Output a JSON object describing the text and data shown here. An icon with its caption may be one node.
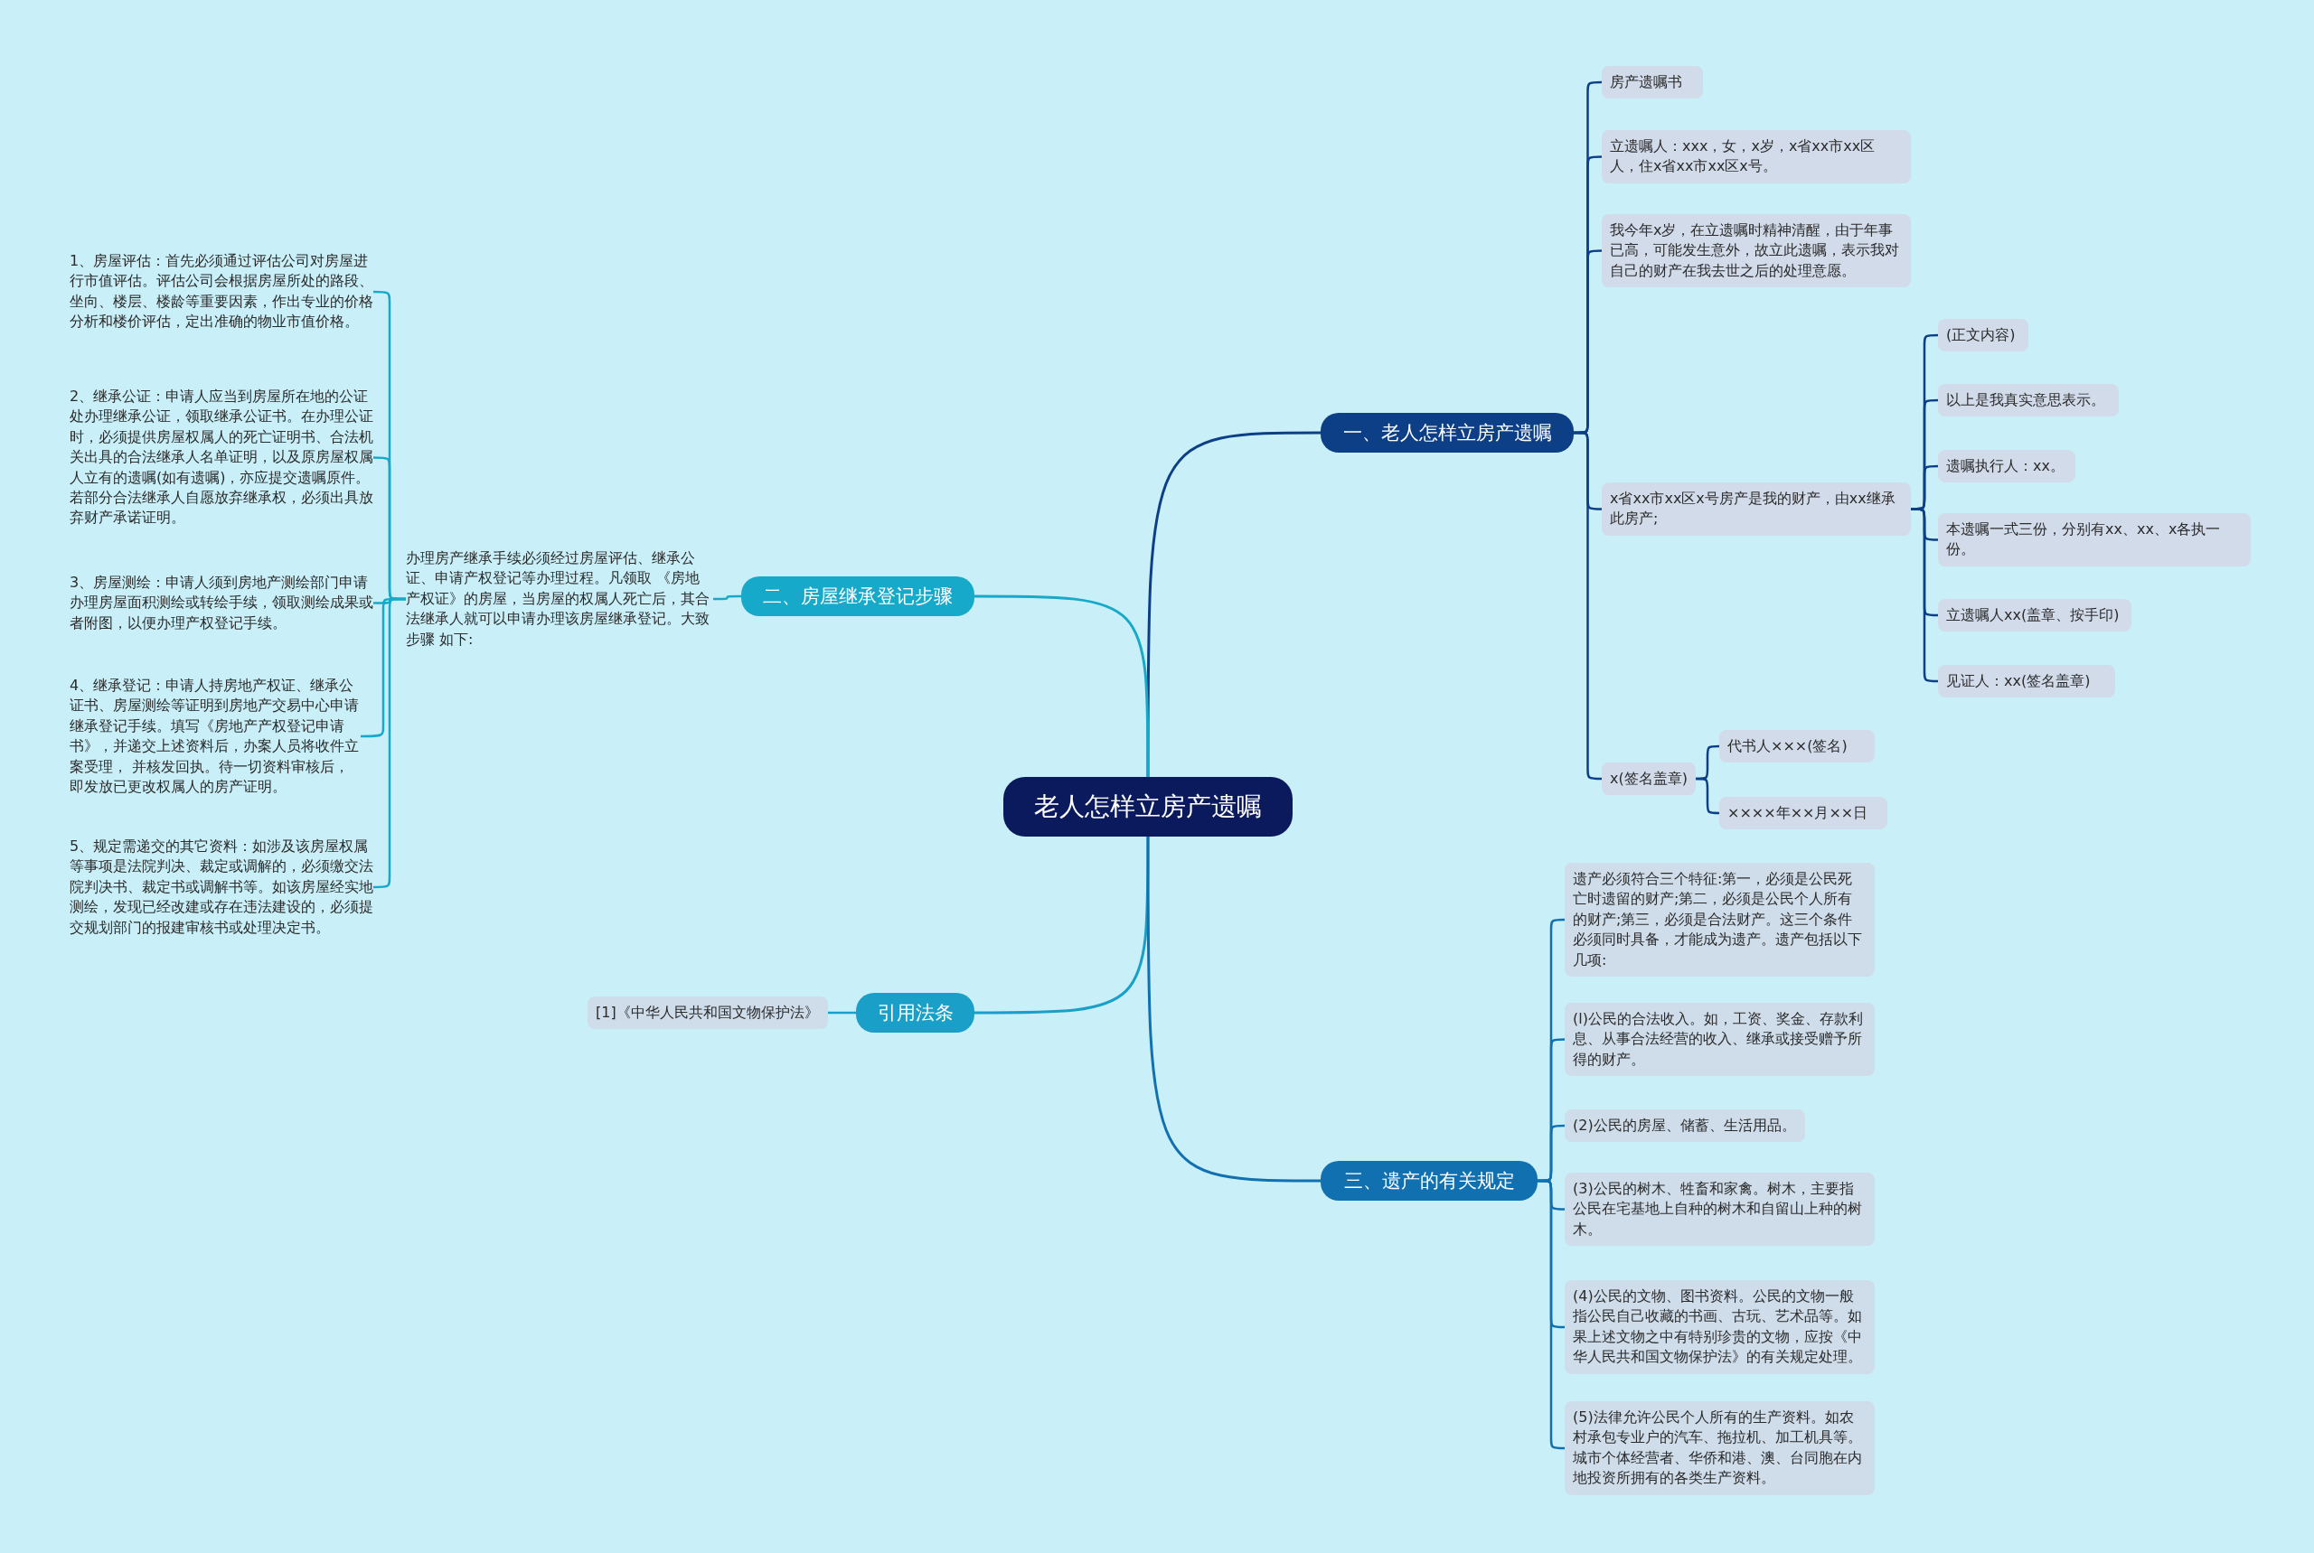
{
  "diagram": {
    "nodes": [
      {
        "text": [
          "老人怎样立房产遗嘱"
        ]
      },
      {
        "text": [
          "一、老人怎样立房产遗嘱"
        ]
      },
      {
        "text": [
          "房产遗嘱书"
        ]
      },
      {
        "text": [
          "立遗嘱人：xxx，女，x岁，x省xx市xx区人，住x省xx市xx区x号。"
        ]
      },
      {
        "text": [
          "我今年x岁，在立遗嘱时精神清醒，由于年事已高，可能发生意外，故立此遗嘱，表示我对自己的财产在我去世之后的处理意愿。"
        ]
      },
      {
        "text": [
          "x省xx市xx区x号房产是我的财产，由xx继承此房产;"
        ]
      },
      {
        "text": [
          "(正文内容)"
        ]
      },
      {
        "text": [
          "以上是我真实意思表示。"
        ]
      },
      {
        "text": [
          "遗嘱执行人：xx。"
        ]
      },
      {
        "text": [
          "本遗嘱一式三份，分别有xx、xx、x各执一份。"
        ]
      },
      {
        "text": [
          "立遗嘱人xx(盖章、按手印)"
        ]
      },
      {
        "text": [
          "见证人：xx(签名盖章)"
        ]
      },
      {
        "text": [
          "x(签名盖章)"
        ]
      },
      {
        "text": [
          "代书人×××(签名)"
        ]
      },
      {
        "text": [
          "××××年××月××日"
        ]
      },
      {
        "text": [
          "二、房屋继承登记步骤"
        ]
      },
      {
        "text": [
          "办理房产继承手续必须经过房屋评估、继承公证、申请产权登记等办理过程。凡领取 《房地产权证》的房屋，当房屋的权属人死亡后，其合法继承人就可以申请办理该房屋继承登记。大致步骤 如下:"
        ]
      },
      {
        "text": [
          "1、房屋评估：首先必须通过评估公司对房屋进行市值评估。评估公司会根据房屋所处的路段、坐向、楼层、楼龄等重要因素，作出专业的价格分析和楼价评估，定出准确的物业市值价格。"
        ]
      },
      {
        "text": [
          "2、继承公证：申请人应当到房屋所在地的公证处办理继承公证，领取继承公证书。在办理公证时，必须提供房屋权属人的死亡证明书、合法机关出具的合法继承人名单证明，以及原房屋权属人立有的遗嘱(如有遗嘱)，亦应提交遗嘱原件。若部分合法继承人自愿放弃继承权，必须出具放弃财产承诺证明。"
        ]
      },
      {
        "text": [
          "3、房屋测绘：申请人须到房地产测绘部门申请办理房屋面积测绘或转绘手续，领取测绘成果或者附图，以便办理产权登记手续。"
        ]
      },
      {
        "text": [
          "4、继承登记：申请人持房地产权证、继承公证书、房屋测绘等证明到房地产交易中心申请继承登记手续。填写《房地产产权登记申请书》，并递交上述资料后，办案人员将收件立案受理， 并核发回执。待一切资料审核后，即发放已更改权属人的房产证明。"
        ]
      },
      {
        "text": [
          "5、规定需递交的其它资料：如涉及该房屋权属等事项是法院判决、裁定或调解的，必须缴交法院判决书、裁定书或调解书等。如该房屋经实地测绘，发现已经改建或存在违法建设的，必须提交规划部门的报建审核书或处理决定书。"
        ]
      },
      {
        "text": [
          "引用法条"
        ]
      },
      {
        "text": [
          "[1]《中华人民共和国文物保护法》"
        ]
      },
      {
        "text": [
          "三、遗产的有关规定"
        ]
      },
      {
        "text": [
          "遗产必须符合三个特征:第一，必须是公民死亡时遗留的财产;第二，必须是公民个人所有的财产;第三，必须是合法财产。这三个条件必须同时具备，才能成为遗产。遗产包括以下几项:"
        ]
      },
      {
        "text": [
          "(l)公民的合法收入。如，工资、奖金、存款利息、从事合法经营的收入、继承或接受赠予所得的财产。"
        ]
      },
      {
        "text": [
          "(2)公民的房屋、储蓄、生活用品。"
        ]
      },
      {
        "text": [
          "(3)公民的树木、牲畜和家禽。树木，主要指公民在宅基地上自种的树木和自留山上种的树木。"
        ]
      },
      {
        "text": [
          "(4)公民的文物、图书资料。公民的文物一般指公民自己收藏的书画、古玩、艺术品等。如果上述文物之中有特别珍贵的文物，应按《中华人民共和国文物保护法》的有关规定处理。"
        ]
      },
      {
        "text": [
          "(5)法律允许公民个人所有的生产资料。如农村承包专业户的汽车、拖拉机、加工机具等。城市个体经营者、华侨和港、澳、台同胞在内地投资所拥有的各类生产资料。"
        ]
      }
    ],
    "edges": [
      {
        "from": 0,
        "to": 1,
        "arrow": "none"
      },
      {
        "from": 0,
        "to": 15,
        "arrow": "none",
        "color": "#17a9c9"
      },
      {
        "from": 0,
        "to": 22,
        "arrow": "none",
        "color": "#1a9fc8"
      },
      {
        "from": 0,
        "to": 24,
        "arrow": "none",
        "color": "#1170b0"
      },
      {
        "from": 1,
        "to": 2,
        "arrow": "none"
      },
      {
        "from": 1,
        "to": 3,
        "arrow": "none"
      },
      {
        "from": 1,
        "to": 4,
        "arrow": "none"
      },
      {
        "from": 1,
        "to": 5,
        "arrow": "none"
      },
      {
        "from": 1,
        "to": 12,
        "arrow": "none"
      },
      {
        "from": 5,
        "to": 6,
        "arrow": "none"
      },
      {
        "from": 5,
        "to": 7,
        "arrow": "none"
      },
      {
        "from": 5,
        "to": 8,
        "arrow": "none"
      },
      {
        "from": 5,
        "to": 9,
        "arrow": "none"
      },
      {
        "from": 5,
        "to": 10,
        "arrow": "none"
      },
      {
        "from": 5,
        "to": 11,
        "arrow": "none"
      },
      {
        "from": 12,
        "to": 13,
        "arrow": "none"
      },
      {
        "from": 12,
        "to": 14,
        "arrow": "none"
      },
      {
        "from": 15,
        "to": 16,
        "arrow": "none",
        "color": "#17a9c9"
      },
      {
        "from": 16,
        "to": 17,
        "arrow": "none",
        "color": "#17a9c9"
      },
      {
        "from": 16,
        "to": 18,
        "arrow": "none",
        "color": "#17a9c9"
      },
      {
        "from": 16,
        "to": 19,
        "arrow": "none",
        "color": "#17a9c9"
      },
      {
        "from": 16,
        "to": 20,
        "arrow": "none",
        "color": "#17a9c9"
      },
      {
        "from": 16,
        "to": 21,
        "arrow": "none",
        "color": "#17a9c9"
      },
      {
        "from": 22,
        "to": 23,
        "arrow": "none",
        "color": "#1a9fc8"
      },
      {
        "from": 24,
        "to": 25,
        "arrow": "none",
        "color": "#1170b0"
      },
      {
        "from": 24,
        "to": 26,
        "arrow": "none",
        "color": "#1170b0"
      },
      {
        "from": 24,
        "to": 27,
        "arrow": "none",
        "color": "#1170b0"
      },
      {
        "from": 24,
        "to": 28,
        "arrow": "none",
        "color": "#1170b0"
      },
      {
        "from": 24,
        "to": 29,
        "arrow": "none",
        "color": "#1170b0"
      },
      {
        "from": 24,
        "to": 30,
        "arrow": "none",
        "color": "#1170b0"
      }
    ]
  }
}
